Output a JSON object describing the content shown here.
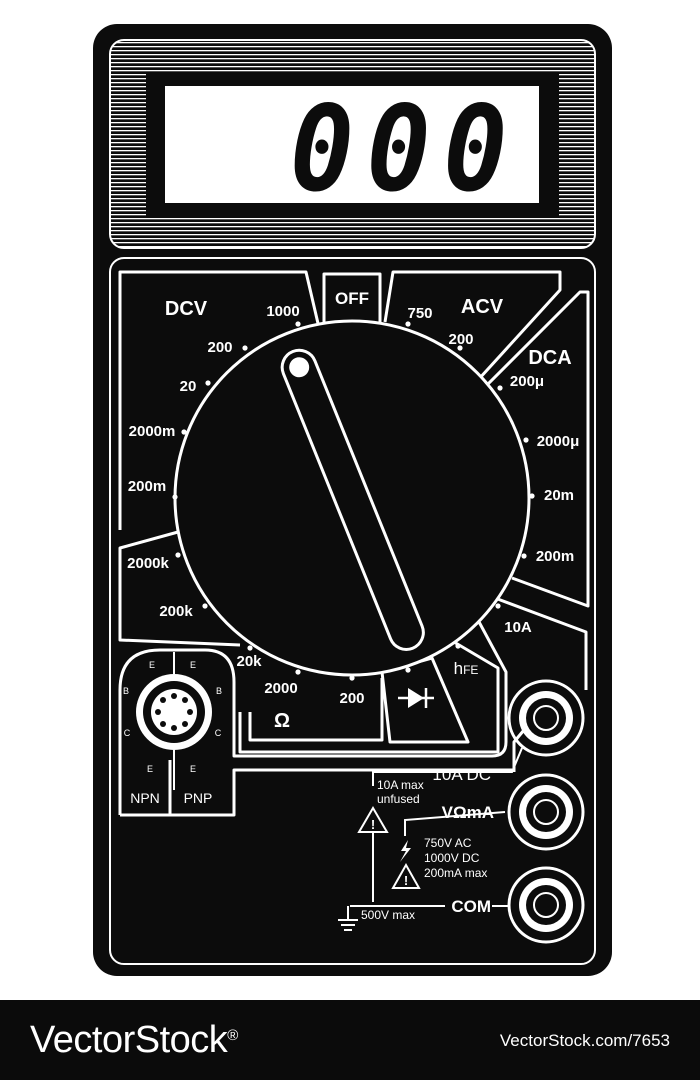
{
  "display": {
    "reading": "000"
  },
  "dial_labels": {
    "off": "OFF",
    "dcv": "DCV",
    "acv": "ACV",
    "dca": "DCA",
    "ohm": "Ω",
    "dcv_1000": "1000",
    "dcv_200": "200",
    "dcv_20": "20",
    "dcv_2000m": "2000m",
    "dcv_200m": "200m",
    "acv_750": "750",
    "acv_200": "200",
    "dca_200u": "200μ",
    "dca_2000u": "2000μ",
    "dca_20m": "20m",
    "dca_200m": "200m",
    "a_10": "10A",
    "hfe_h": "h",
    "hfe_fe": "FE",
    "ohm_2000k": "2000k",
    "ohm_200k": "200k",
    "ohm_20k": "20k",
    "ohm_2000": "2000",
    "ohm_200": "200"
  },
  "transistor_socket": {
    "npn": "NPN",
    "pnp": "PNP",
    "pin_e": "E",
    "pin_b": "B",
    "pin_c": "C"
  },
  "terminals": {
    "a10_dc": "10A DC",
    "a10_max": "10A max",
    "unfused": "unfused",
    "v_ohm_ma": "VΩmA",
    "rating_750v_ac": "750V AC",
    "rating_1000v_dc": "1000V DC",
    "rating_200ma": "200mA max",
    "com": "COM",
    "max_500v": "500V max"
  },
  "footer": {
    "brand": "VectorStock",
    "brand_mark": "®",
    "url": "VectorStock.com/7653"
  }
}
